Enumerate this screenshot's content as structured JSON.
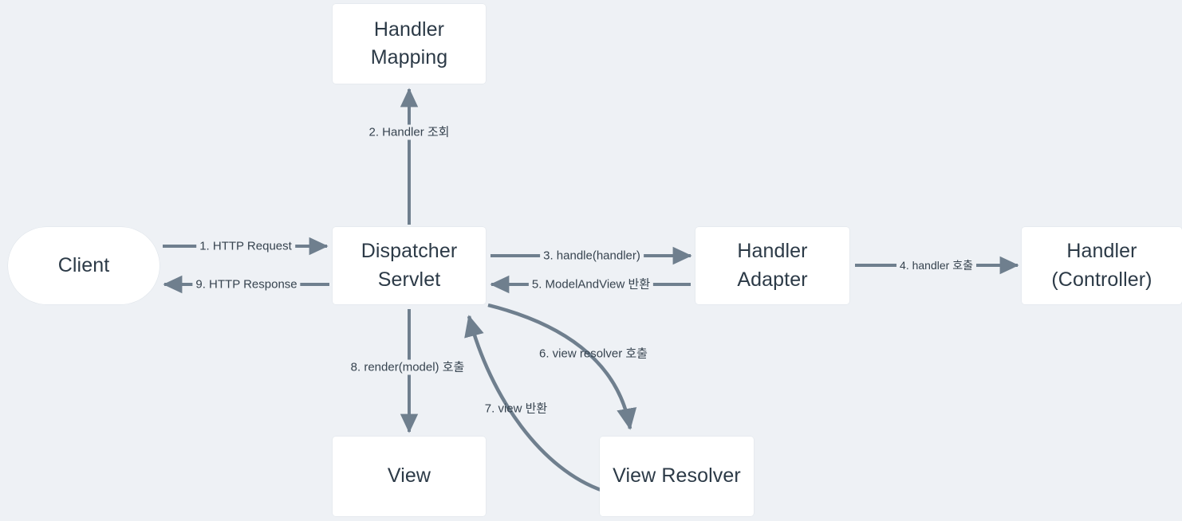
{
  "diagram": {
    "title": "Spring MVC DispatcherServlet Request Flow",
    "background_color": "#eef1f5",
    "node_fill_color": "#ffffff",
    "node_text_color": "#2c3a47",
    "edge_color": "#6f7f8e",
    "label_text_color": "#36434f"
  },
  "nodes": [
    {
      "id": "handler-mapping",
      "label": "Handler\nMapping",
      "shape": "rect"
    },
    {
      "id": "client",
      "label": "Client",
      "shape": "pill"
    },
    {
      "id": "dispatcher",
      "label": "Dispatcher\nServlet",
      "shape": "rect"
    },
    {
      "id": "handler-adapter",
      "label": "Handler\nAdapter",
      "shape": "rect"
    },
    {
      "id": "handler-ctrl",
      "label": "Handler\n(Controller)",
      "shape": "rect"
    },
    {
      "id": "view",
      "label": "View",
      "shape": "rect"
    },
    {
      "id": "view-resolver",
      "label": "View Resolver",
      "shape": "rect"
    }
  ],
  "edges": [
    {
      "id": "e1",
      "step": 1,
      "label": "1. HTTP Request",
      "from": "client",
      "to": "dispatcher",
      "kind": "straight"
    },
    {
      "id": "e2",
      "step": 2,
      "label": "2. Handler 조회",
      "from": "dispatcher",
      "to": "handler-mapping",
      "kind": "straight"
    },
    {
      "id": "e3",
      "step": 3,
      "label": "3. handle(handler)",
      "from": "dispatcher",
      "to": "handler-adapter",
      "kind": "straight"
    },
    {
      "id": "e4",
      "step": 4,
      "label": "4. handler 호출",
      "from": "handler-adapter",
      "to": "handler-ctrl",
      "kind": "straight"
    },
    {
      "id": "e5",
      "step": 5,
      "label": "5. ModelAndView 반환",
      "from": "handler-adapter",
      "to": "dispatcher",
      "kind": "straight"
    },
    {
      "id": "e6",
      "step": 6,
      "label": "6. view resolver 호출",
      "from": "dispatcher",
      "to": "view-resolver",
      "kind": "curved"
    },
    {
      "id": "e7",
      "step": 7,
      "label": "7. view 반환",
      "from": "view-resolver",
      "to": "dispatcher",
      "kind": "curved"
    },
    {
      "id": "e8",
      "step": 8,
      "label": "8. render(model) 호출",
      "from": "dispatcher",
      "to": "view",
      "kind": "straight"
    },
    {
      "id": "e9",
      "step": 9,
      "label": "9. HTTP Response",
      "from": "dispatcher",
      "to": "client",
      "kind": "straight"
    }
  ]
}
